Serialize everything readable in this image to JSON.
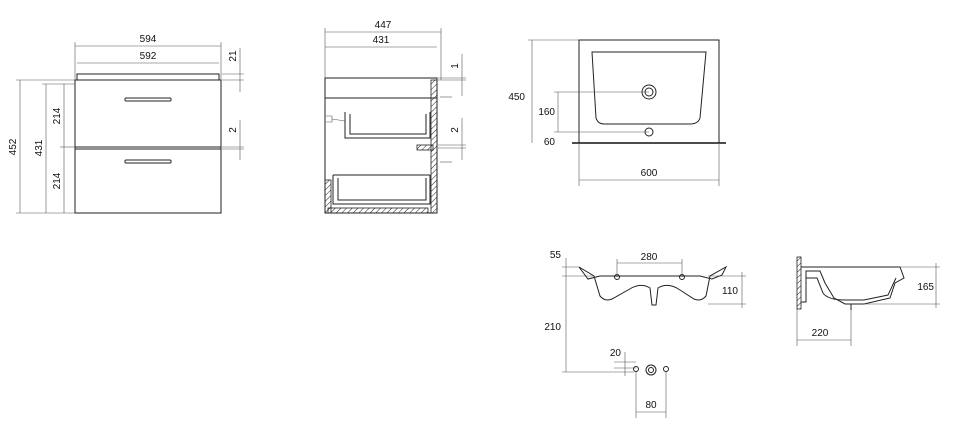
{
  "views": {
    "front": {
      "dims": {
        "total_width": "594",
        "front_width": "592",
        "top_gap": "21",
        "total_height": "452",
        "body_height": "431",
        "drawer_top": "214",
        "drawer_bottom": "214",
        "gap": "2"
      }
    },
    "side": {
      "dims": {
        "total_depth": "447",
        "body_depth": "431",
        "top_gap": "1",
        "gap": "2"
      }
    },
    "basin_top": {
      "dims": {
        "depth": "450",
        "hole_offset": "160",
        "back_offset": "60",
        "width": "600"
      }
    },
    "basin_front": {
      "dims": {
        "rim": "55",
        "mount_spacing": "280",
        "body_height": "110",
        "drain_height": "210",
        "hole_gap": "20",
        "hole_spacing": "80"
      }
    },
    "basin_side": {
      "dims": {
        "height": "165",
        "depth": "220"
      }
    }
  },
  "colors": {
    "line": "#222222",
    "background": "#ffffff"
  }
}
